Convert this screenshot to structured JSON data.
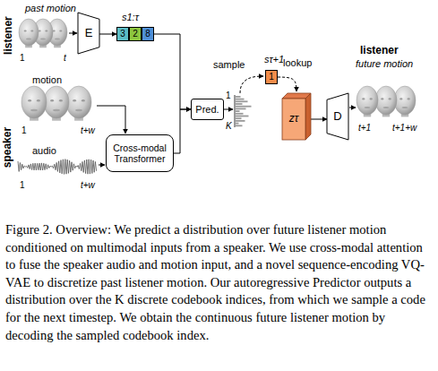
{
  "diagram": {
    "caption": "Figure 2. Overview: We predict a distribution over future listener motion conditioned on multimodal inputs from a speaker. We use cross-modal attention to fuse the speaker audio and motion input, and a novel sequence-encoding VQ-VAE to discretize past listener motion. Our autoregressive Predictor outputs a distribution over the K discrete codebook indices, from which we sample a code for the next timestep. We obtain the continuous future listener motion by decoding the sampled codebook index.",
    "nodes": [
      {
        "text": [
          "E"
        ]
      },
      {
        "text": [
          "3"
        ]
      },
      {
        "text": [
          "2"
        ]
      },
      {
        "text": [
          "8"
        ]
      },
      {
        "text": [
          "Cross-modal Transformer"
        ]
      },
      {
        "text": [
          "Pred."
        ]
      },
      {
        "text": [
          "1"
        ]
      },
      {
        "text": [
          "zτ"
        ]
      },
      {
        "text": [
          "D"
        ]
      }
    ],
    "edges": [
      {
        "from": 0,
        "to": 1,
        "arrow": "to"
      },
      {
        "from": 3,
        "to": 5,
        "arrow": "to"
      },
      {
        "from": 4,
        "to": 5,
        "arrow": "to"
      },
      {
        "from": 6,
        "to": 7,
        "label": "lookup",
        "arrow": "to"
      },
      {
        "from": 7,
        "to": 8,
        "arrow": "to"
      }
    ],
    "labels": [
      "listener",
      "speaker",
      "past motion",
      "1",
      "t",
      "s1:τ",
      "motion",
      "1",
      "t+w",
      "audio",
      "1",
      "t+w",
      "1",
      "K",
      "sτ+1",
      "sample",
      "listener",
      "future motion",
      "t+1",
      "t+1+w"
    ]
  }
}
